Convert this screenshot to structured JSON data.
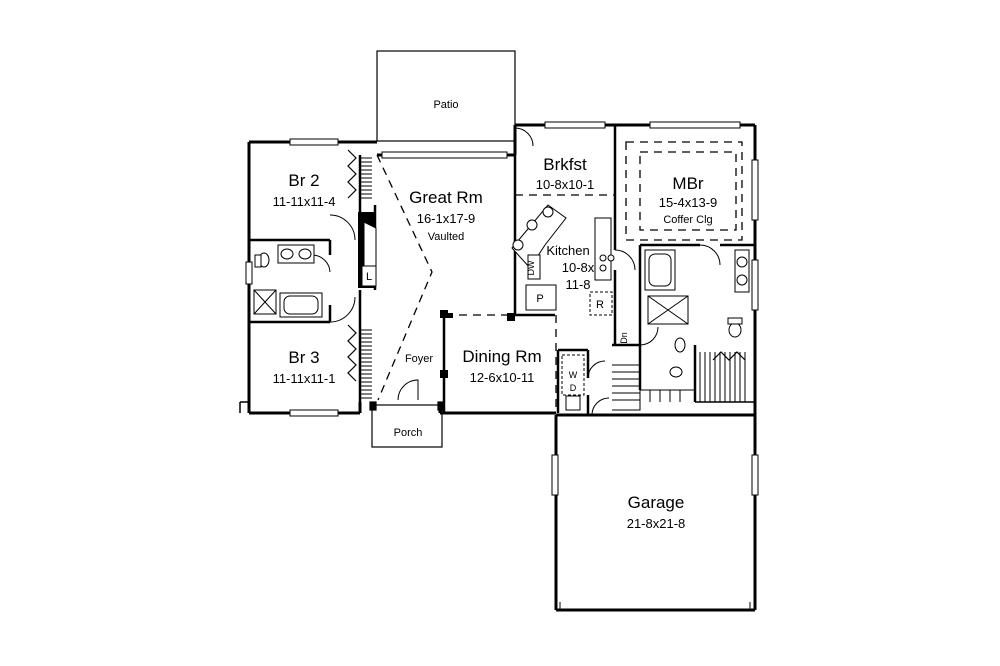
{
  "rooms": {
    "patio": {
      "name": "Patio"
    },
    "br2": {
      "name": "Br 2",
      "dims": "11-11x11-4"
    },
    "great": {
      "name": "Great Rm",
      "dims": "16-1x17-9",
      "note": "Vaulted"
    },
    "brkfst": {
      "name": "Brkfst",
      "dims": "10-8x10-1"
    },
    "mbr": {
      "name": "MBr",
      "dims": "15-4x13-9",
      "note": "Coffer Clg"
    },
    "kitchen": {
      "name": "Kitchen",
      "dims_line1": "10-8x",
      "dims_line2": "11-8"
    },
    "br3": {
      "name": "Br 3",
      "dims": "11-11x11-1"
    },
    "foyer": {
      "name": "Foyer"
    },
    "dining": {
      "name": "Dining Rm",
      "dims": "12-6x10-11"
    },
    "porch": {
      "name": "Porch"
    },
    "garage": {
      "name": "Garage",
      "dims": "21-8x21-8"
    }
  },
  "fixtures": {
    "pantry": "P",
    "refrigerator": "R",
    "linen": "L",
    "dishwasher": "DW",
    "stairs_down": "Dn",
    "washer": "W",
    "dryer": "D"
  }
}
